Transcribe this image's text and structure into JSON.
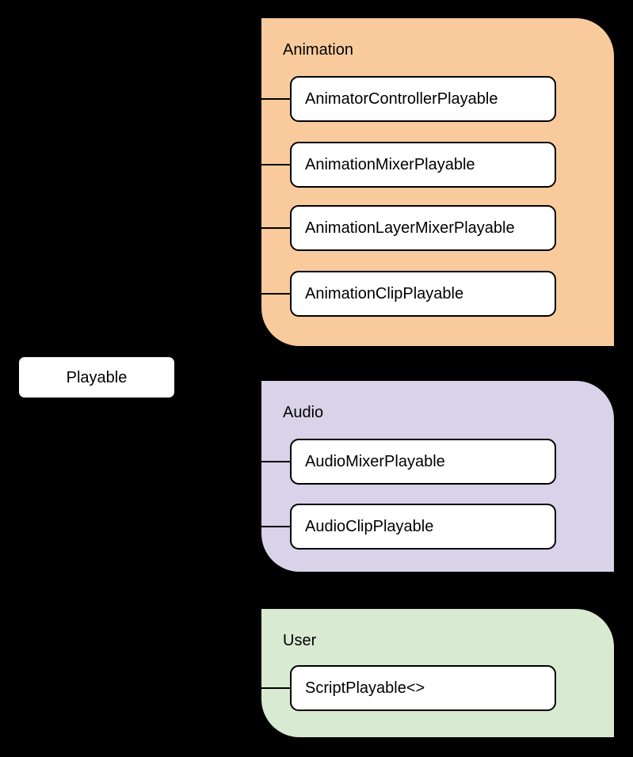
{
  "canvas": {
    "background": "#000000"
  },
  "root": {
    "label": "Playable"
  },
  "groups": [
    {
      "label": "Animation",
      "color": "#F9CB9C",
      "children": [
        {
          "label": "AnimatorControllerPlayable"
        },
        {
          "label": "AnimationMixerPlayable"
        },
        {
          "label": "AnimationLayerMixerPlayable"
        },
        {
          "label": "AnimationClipPlayable"
        }
      ]
    },
    {
      "label": "Audio",
      "color": "#D9D2E9",
      "children": [
        {
          "label": "AudioMixerPlayable"
        },
        {
          "label": "AudioClipPlayable"
        }
      ]
    },
    {
      "label": "User",
      "color": "#D9EAD3",
      "children": [
        {
          "label": "ScriptPlayable<>"
        }
      ]
    }
  ],
  "styles": {
    "node_fill": "#FFFFFF",
    "node_border": "#000000",
    "connector_color": "#000000",
    "text_color": "#000000"
  }
}
